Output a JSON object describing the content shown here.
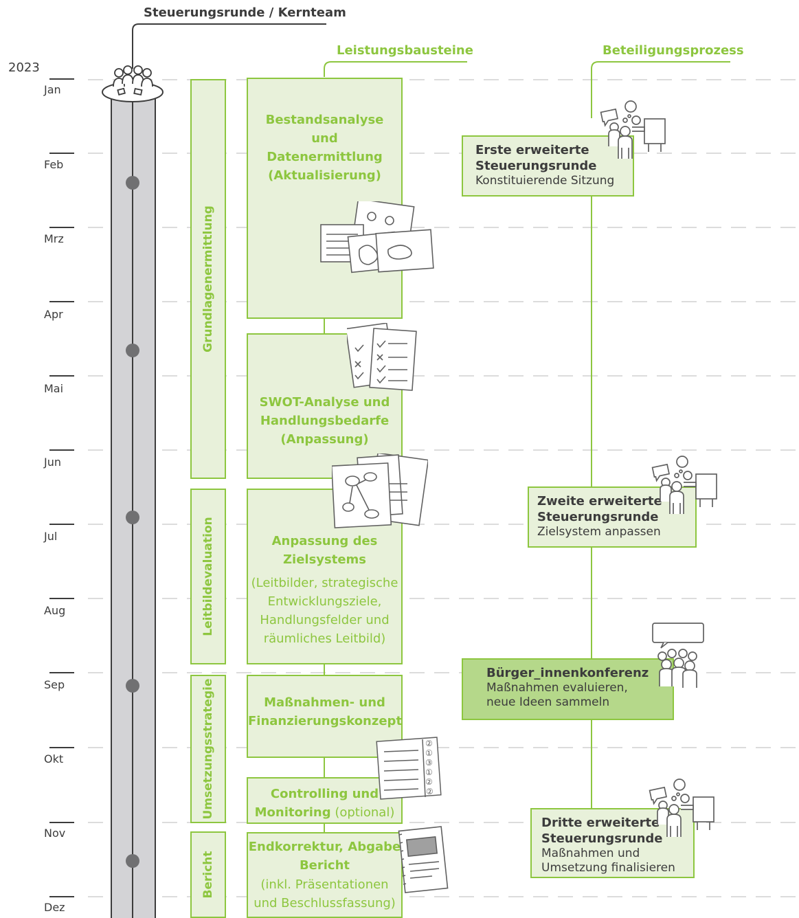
{
  "headers": {
    "steering": "Steuerungsrunde / Kernteam",
    "modules": "Leistungsbausteine",
    "participation": "Beteiligungsprozess"
  },
  "year": "2023",
  "months": [
    "Jan",
    "Feb",
    "Mrz",
    "Apr",
    "Mai",
    "Jun",
    "Jul",
    "Aug",
    "Sep",
    "Okt",
    "Nov",
    "Dez"
  ],
  "phases": [
    {
      "label": "Grundlagenermittlung"
    },
    {
      "label": "Leitbildevaluation"
    },
    {
      "label": "Umsetzungsstrategie"
    },
    {
      "label": "Bericht"
    }
  ],
  "modules": [
    {
      "title": "Bestandsanalyse und Datenermittlung (Aktualisierung)",
      "lines": [
        "Bestandsanalyse",
        "und",
        "Datenermittlung",
        "(Aktualisierung)"
      ]
    },
    {
      "title": "SWOT-Analyse und Handlungsbedarfe (Anpassung)",
      "lines": [
        "SWOT-Analyse und",
        "Handlungsbedarfe",
        "(Anpassung)"
      ]
    },
    {
      "title": "Anpassung des Zielsystems",
      "lines": [
        "Anpassung des",
        "Zielsystems"
      ],
      "detail": [
        "(Leitbilder, strategische",
        "Entwicklungsziele,",
        "Handlungsfelder und",
        "räumliches Leitbild)"
      ]
    },
    {
      "title": "Maßnahmen- und Finanzierungskonzept",
      "lines": [
        "Maßnahmen- und",
        "Finanzierungskonzept"
      ]
    },
    {
      "title": "Controlling und Monitoring",
      "lines": [
        "Controlling und",
        "Monitoring"
      ],
      "optional": " (optional)"
    },
    {
      "title": "Endkorrektur, Abgabe Bericht",
      "lines": [
        "Endkorrektur, Abgabe",
        "Bericht"
      ],
      "detail": [
        "(inkl. Präsentationen",
        "und Beschlussfassung)"
      ]
    }
  ],
  "events": [
    {
      "title": [
        "Erste erweiterte",
        "Steuerungsrunde"
      ],
      "subtitle": [
        "Konstituierende Sitzung"
      ]
    },
    {
      "title": [
        "Zweite erweiterte",
        "Steuerungsrunde"
      ],
      "subtitle": [
        "Zielsystem anpassen"
      ]
    },
    {
      "title": [
        "Bürger_innenkonferenz"
      ],
      "subtitle": [
        "Maßnahmen evaluieren,",
        "neue Ideen sammeln"
      ]
    },
    {
      "title": [
        "Dritte erweiterte",
        "Steuerungsrunde"
      ],
      "subtitle": [
        "Maßnahmen und",
        "Umsetzung finalisieren"
      ]
    }
  ],
  "icons": [
    "group-meeting-icon",
    "maps-documents-icon",
    "checklist-documents-icon",
    "mindmap-documents-icon",
    "ranked-list-icon",
    "report-document-icon",
    "meeting-presenter-icon",
    "crowd-speech-icon"
  ],
  "colors": {
    "green": "#8dc63f",
    "light_green": "#e8f1da",
    "mid_green": "#b5d88a",
    "grey": "#3c3c3c",
    "bar": "#d3d3d6"
  }
}
